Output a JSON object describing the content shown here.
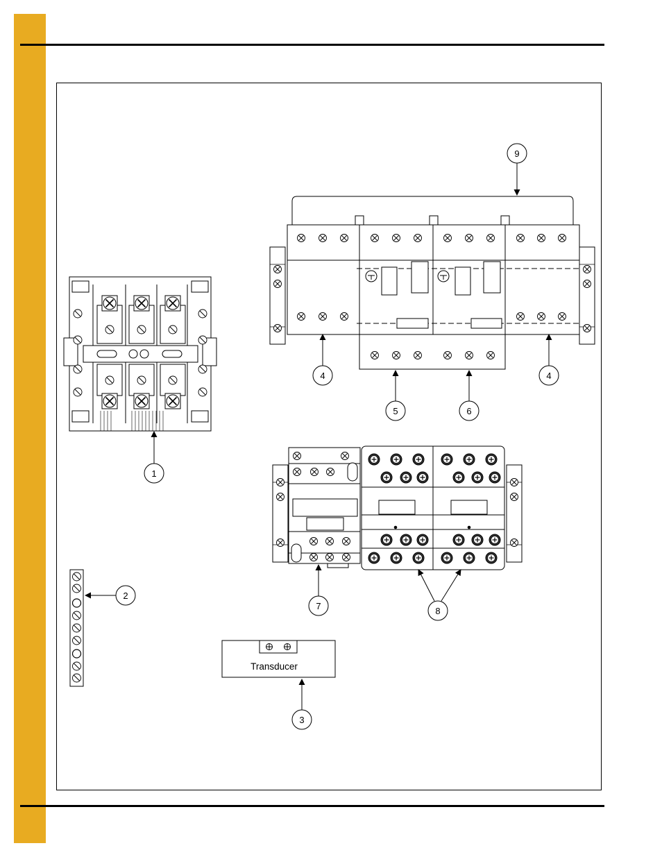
{
  "page": {
    "accent_color": "#e8ab21"
  },
  "callouts": [
    {
      "id": "c1",
      "label": "1",
      "target": "three-phase-disconnect-block"
    },
    {
      "id": "c2",
      "label": "2",
      "target": "terminal-strip"
    },
    {
      "id": "c3",
      "label": "3",
      "target": "transducer"
    },
    {
      "id": "c4a",
      "label": "4",
      "target": "end-terminal-block-left"
    },
    {
      "id": "c4b",
      "label": "4",
      "target": "end-terminal-block-right"
    },
    {
      "id": "c5",
      "label": "5",
      "target": "contactor-one"
    },
    {
      "id": "c6",
      "label": "6",
      "target": "contactor-two"
    },
    {
      "id": "c7",
      "label": "7",
      "target": "control-relay-module"
    },
    {
      "id": "c8",
      "label": "8",
      "target": "contactor-pair"
    },
    {
      "id": "c9",
      "label": "9",
      "target": "reversing-contactor-assembly"
    }
  ],
  "transducer": {
    "label": "Transducer"
  }
}
